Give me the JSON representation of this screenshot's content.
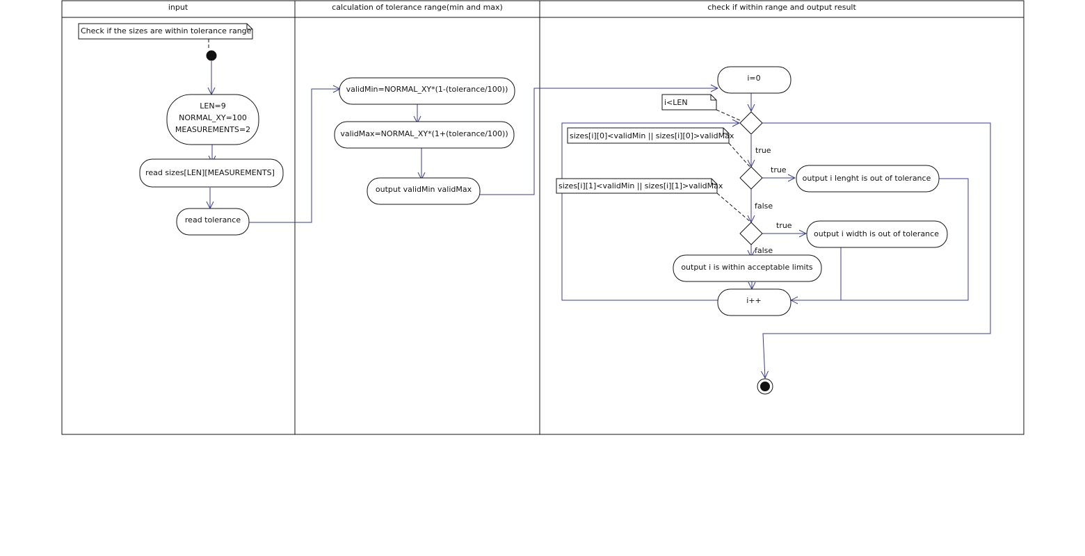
{
  "lanes": {
    "input": "input",
    "calculation": "calculation of tolerance range(min and max)",
    "check": "check if within range and output result"
  },
  "notes": {
    "title_note": "Check if the sizes are within tolerance range",
    "loop_condition": "i<LEN",
    "length_condition": "sizes[i][0]<validMin || sizes[i][0]>validMax",
    "width_condition": "sizes[i][1]<validMin || sizes[i][1]>validMax"
  },
  "actions": {
    "init_len": "LEN=9",
    "init_normal": "NORMAL_XY=100",
    "init_measurements": "MEASUREMENTS=2",
    "read_sizes": "read sizes[LEN][MEASUREMENTS]",
    "read_tolerance": "read tolerance",
    "valid_min": "validMin=NORMAL_XY*(1-(tolerance/100))",
    "valid_max": "validMax=NORMAL_XY*(1+(tolerance/100))",
    "output_valid": "output validMin validMax",
    "i_zero": "i=0",
    "out_length": "output i lenght is out of tolerance",
    "out_width": "output i width is out of tolerance",
    "out_within": "output i  is within acceptable limits",
    "i_inc": "i++"
  },
  "guards": {
    "true_1": "true",
    "true_2": "true",
    "true_3": "true",
    "false_1": "false",
    "false_2": "false"
  },
  "colors": {
    "flow": "#3a3a96",
    "border": "#111111",
    "fill": "#ffffff"
  }
}
